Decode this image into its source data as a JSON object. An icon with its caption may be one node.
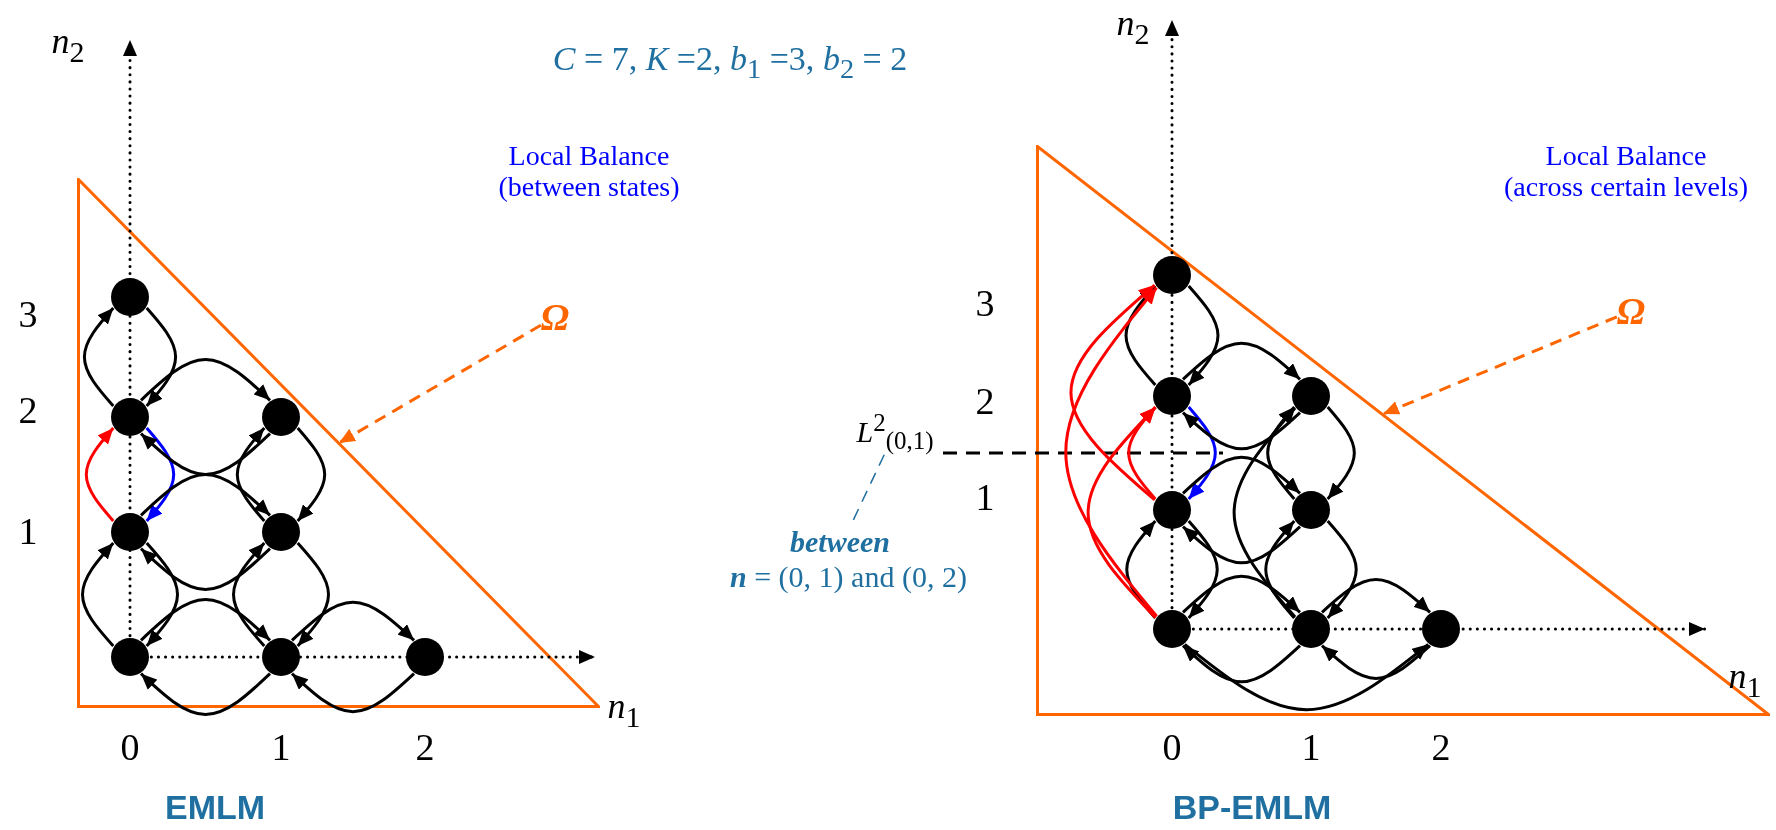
{
  "diagram": {
    "nodes": [
      {
        "text": [],
        "shape": "triangle"
      },
      {
        "text": [],
        "shape": "circle",
        "in": 0
      },
      {
        "text": [],
        "shape": "circle",
        "in": 0
      },
      {
        "text": [],
        "shape": "circle",
        "in": 0
      },
      {
        "text": [],
        "shape": "circle",
        "in": 0
      },
      {
        "text": [],
        "shape": "circle",
        "in": 0
      },
      {
        "text": [],
        "shape": "circle",
        "in": 0
      },
      {
        "text": [],
        "shape": "circle",
        "in": 0
      },
      {
        "text": [],
        "shape": "circle",
        "in": 0
      },
      {
        "text": [
          "Ω"
        ]
      },
      {
        "text": [
          "*L*$^{2}$$_{(0,1)}$"
        ]
      },
      {
        "text": [
          "between",
          "**n** = (0, 1) and (0, 2)"
        ]
      },
      {
        "text": [],
        "shape": "triangle"
      },
      {
        "text": [],
        "shape": "circle",
        "in": 12
      },
      {
        "text": [],
        "shape": "circle",
        "in": 12
      },
      {
        "text": [],
        "shape": "circle",
        "in": 12
      },
      {
        "text": [],
        "shape": "circle",
        "in": 12
      },
      {
        "text": [],
        "shape": "circle",
        "in": 12
      },
      {
        "text": [],
        "shape": "circle",
        "in": 12
      },
      {
        "text": [],
        "shape": "circle",
        "in": 12
      },
      {
        "text": [],
        "shape": "circle",
        "in": 12
      },
      {
        "text": [
          "Ω"
        ]
      }
    ],
    "edges": [
      {
        "from": 6,
        "to": 4,
        "arrow": "to"
      },
      {
        "from": 4,
        "to": 6,
        "arrow": "to"
      },
      {
        "from": 4,
        "to": 2,
        "arrow": "to",
        "color": "#ff0000"
      },
      {
        "from": 2,
        "to": 4,
        "arrow": "to",
        "color": "#0000ff"
      },
      {
        "from": 2,
        "to": 1,
        "arrow": "to"
      },
      {
        "from": 1,
        "to": 2,
        "arrow": "to"
      },
      {
        "from": 7,
        "to": 5,
        "arrow": "to"
      },
      {
        "from": 5,
        "to": 7,
        "arrow": "to"
      },
      {
        "from": 5,
        "to": 3,
        "arrow": "to"
      },
      {
        "from": 3,
        "to": 5,
        "arrow": "to"
      },
      {
        "from": 6,
        "to": 7,
        "arrow": "to"
      },
      {
        "from": 7,
        "to": 6,
        "arrow": "to"
      },
      {
        "from": 7,
        "to": 8,
        "arrow": "to"
      },
      {
        "from": 8,
        "to": 7,
        "arrow": "to"
      },
      {
        "from": 4,
        "to": 5,
        "arrow": "to"
      },
      {
        "from": 5,
        "to": 4,
        "arrow": "to"
      },
      {
        "from": 2,
        "to": 3,
        "arrow": "to"
      },
      {
        "from": 3,
        "to": 2,
        "arrow": "to"
      },
      {
        "from": 9,
        "to": 0,
        "arrow": "to",
        "style": "dashed",
        "color": "#ff6600"
      },
      {
        "from": 10,
        "to": 11,
        "arrow": "none",
        "style": "dashed",
        "color": "#1f6fa0"
      },
      {
        "from": 18,
        "to": 16,
        "arrow": "to"
      },
      {
        "from": 16,
        "to": 18,
        "arrow": "to"
      },
      {
        "from": 16,
        "to": 14,
        "arrow": "to",
        "color": "#ff0000"
      },
      {
        "from": 14,
        "to": 16,
        "arrow": "to",
        "color": "#0000ff"
      },
      {
        "from": 14,
        "to": 13,
        "arrow": "to"
      },
      {
        "from": 13,
        "to": 14,
        "arrow": "to"
      },
      {
        "from": 19,
        "to": 17,
        "arrow": "to"
      },
      {
        "from": 17,
        "to": 19,
        "arrow": "to"
      },
      {
        "from": 17,
        "to": 15,
        "arrow": "to"
      },
      {
        "from": 15,
        "to": 17,
        "arrow": "to"
      },
      {
        "from": 18,
        "to": 19,
        "arrow": "to"
      },
      {
        "from": 19,
        "to": 18,
        "arrow": "to"
      },
      {
        "from": 19,
        "to": 20,
        "arrow": "to"
      },
      {
        "from": 20,
        "to": 19,
        "arrow": "to"
      },
      {
        "from": 16,
        "to": 17,
        "arrow": "to"
      },
      {
        "from": 17,
        "to": 16,
        "arrow": "to"
      },
      {
        "from": 14,
        "to": 15,
        "arrow": "to"
      },
      {
        "from": 15,
        "to": 14,
        "arrow": "to"
      },
      {
        "from": 16,
        "to": 13,
        "arrow": "to",
        "color": "#ff0000"
      },
      {
        "from": 18,
        "to": 14,
        "arrow": "to",
        "color": "#ff0000"
      },
      {
        "from": 18,
        "to": 13,
        "arrow": "to",
        "color": "#ff0000"
      },
      {
        "from": 19,
        "to": 15,
        "arrow": "to"
      },
      {
        "from": 18,
        "to": 20,
        "arrow": "to"
      },
      {
        "from": 21,
        "to": 12,
        "arrow": "to",
        "style": "dashed",
        "color": "#ff6600"
      }
    ],
    "labels": [
      "*n*$_{2}$",
      "*n*$_{2}$",
      "*C* = 7, *K* =2, *b*$_{1}$ =3, *b*$_{2}$ = 2",
      "Local Balance (between states)",
      "Local Balance (across certain levels)",
      "3",
      "3",
      "2",
      "2",
      "1",
      "1",
      "*n*$_{1}$",
      "*n*$_{1}$",
      "0",
      "1",
      "2",
      "0",
      "1",
      "2",
      "EMLM",
      "BP-EMLM"
    ]
  }
}
